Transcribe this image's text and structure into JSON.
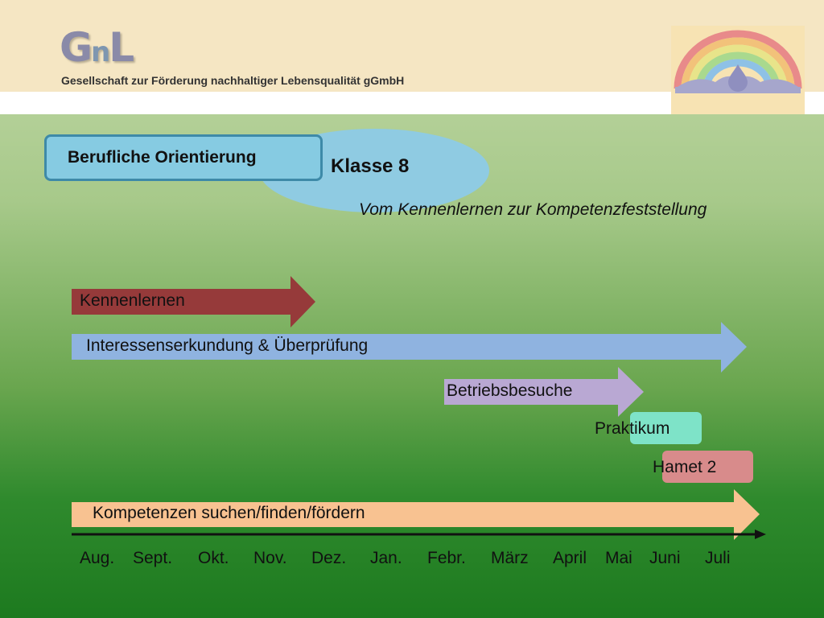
{
  "header": {
    "logo_main": "G",
    "logo_mid": "n",
    "logo_end": "L",
    "company": "Gesellschaft zur Förderung nachhaltiger Lebensqualität gGmbH"
  },
  "badge": {
    "label": "Berufliche Orientierung",
    "grade": "Klasse 8"
  },
  "subtitle": "Vom Kennenlernen zur Kompetenzfeststellung",
  "colors": {
    "kennenlernen": "#963a3a",
    "interessen": "#8fb3e0",
    "betrieb": "#b9a8d3",
    "praktikum": "#7ee3c8",
    "hamet": "#d88b8b",
    "kompetenzen": "#f8c291"
  },
  "activities": [
    {
      "label": "Kennenlernen"
    },
    {
      "label": "Interessenserkundung & Überprüfung"
    },
    {
      "label": "Betriebsbesuche"
    },
    {
      "label": "Praktikum"
    },
    {
      "label": "Hamet 2"
    },
    {
      "label": "Kompetenzen suchen/finden/fördern"
    }
  ],
  "months": [
    "Aug.",
    "Sept.",
    "Okt.",
    "Nov.",
    "Dez.",
    "Jan.",
    "Febr.",
    "März",
    "April",
    "Mai",
    "Juni",
    "Juli"
  ]
}
